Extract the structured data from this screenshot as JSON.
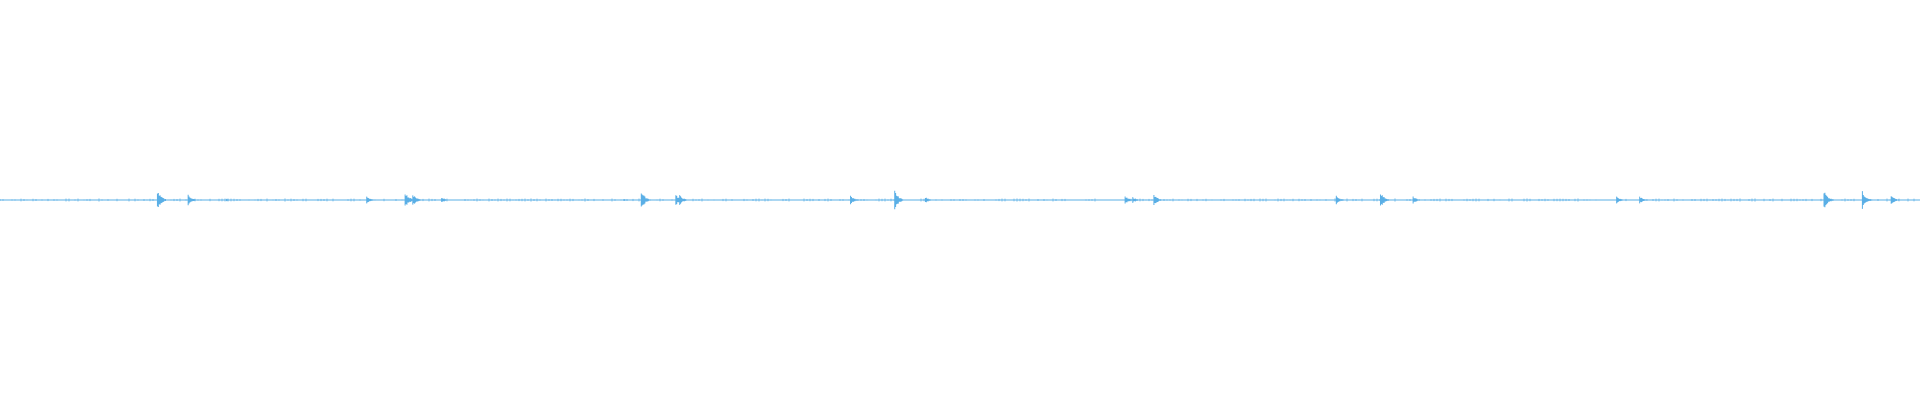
{
  "waveform": {
    "color": "#5aafe6",
    "background": "#ffffff",
    "amplitude_max": 1.0,
    "peaks": [
      {
        "t": 0.0,
        "a": 0.1
      },
      {
        "t": 0.082,
        "a": 1.0
      },
      {
        "t": 0.098,
        "a": 0.55
      },
      {
        "t": 0.118,
        "a": 0.12
      },
      {
        "t": 0.191,
        "a": 0.4
      },
      {
        "t": 0.211,
        "a": 0.85
      },
      {
        "t": 0.215,
        "a": 0.65
      },
      {
        "t": 0.23,
        "a": 0.3
      },
      {
        "t": 0.325,
        "a": 0.12
      },
      {
        "t": 0.334,
        "a": 0.95
      },
      {
        "t": 0.352,
        "a": 0.55
      },
      {
        "t": 0.354,
        "a": 0.5
      },
      {
        "t": 0.443,
        "a": 0.45
      },
      {
        "t": 0.466,
        "a": 1.0
      },
      {
        "t": 0.482,
        "a": 0.3
      },
      {
        "t": 0.586,
        "a": 0.4
      },
      {
        "t": 0.59,
        "a": 0.3
      },
      {
        "t": 0.601,
        "a": 0.55
      },
      {
        "t": 0.696,
        "a": 0.45
      },
      {
        "t": 0.719,
        "a": 0.85
      },
      {
        "t": 0.736,
        "a": 0.35
      },
      {
        "t": 0.842,
        "a": 0.35
      },
      {
        "t": 0.854,
        "a": 0.35
      },
      {
        "t": 0.95,
        "a": 1.0
      },
      {
        "t": 0.97,
        "a": 0.9
      },
      {
        "t": 0.985,
        "a": 0.45
      }
    ]
  }
}
